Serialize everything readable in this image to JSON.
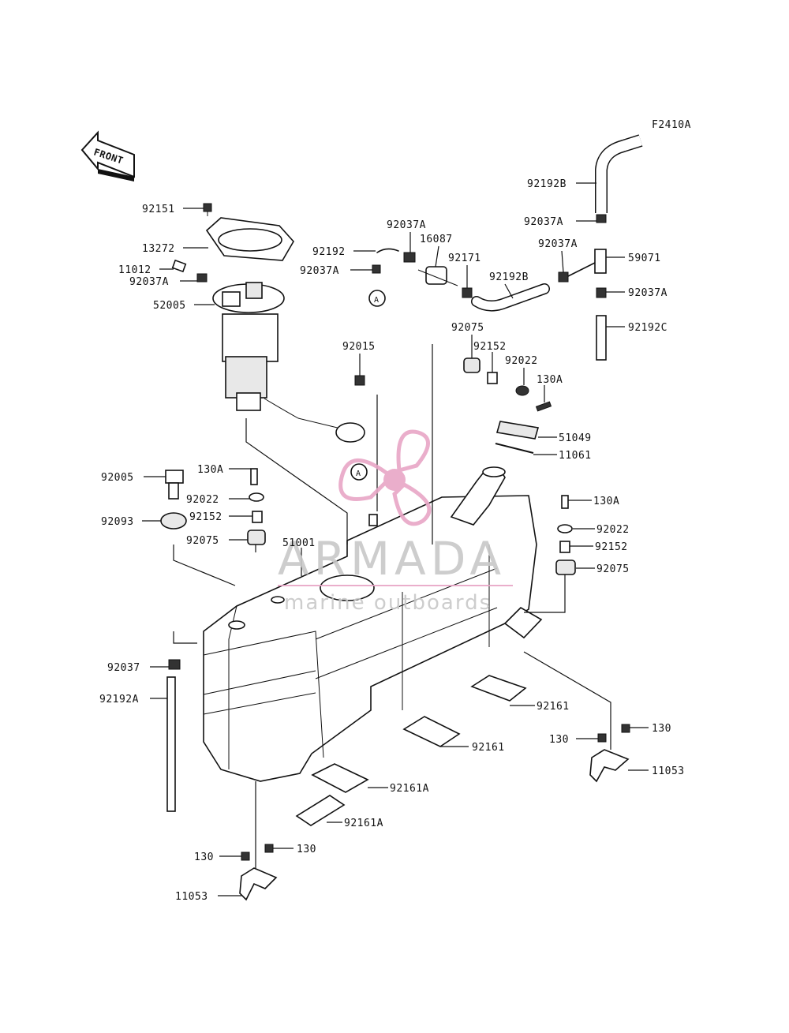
{
  "figure_code": "F2410A",
  "front_label": "FRONT",
  "callout_a": "A",
  "watermark": {
    "brand": "ARMADA",
    "tagline": "marine outboards",
    "accent": "#e8a6c6"
  },
  "colors": {
    "ink": "#111111",
    "paper": "#ffffff"
  },
  "labels": {
    "p92151": "92151",
    "p13272": "13272",
    "p11012": "11012",
    "p92037A_pump": "92037A",
    "p52005": "52005",
    "p92192": "92192",
    "p92037A_1": "92037A",
    "p92037A_2": "92037A",
    "p16087": "16087",
    "p92171": "92171",
    "p92192B_mid": "92192B",
    "p92037A_3": "92037A",
    "p92192B_top": "92192B",
    "p92037A_4": "92037A",
    "p59071": "59071",
    "p92037A_5": "92037A",
    "p92192C": "92192C",
    "p92015": "92015",
    "p92075_top": "92075",
    "p92152_top": "92152",
    "p92022_top": "92022",
    "p130A_top": "130A",
    "p51049": "51049",
    "p11061": "11061",
    "p92005": "92005",
    "p130A_left": "130A",
    "p92022_left": "92022",
    "p92093": "92093",
    "p92152_left": "92152",
    "p92075_left": "92075",
    "p51001": "51001",
    "p130A_right": "130A",
    "p92022_right": "92022",
    "p92152_right": "92152",
    "p92075_right": "92075",
    "p92037": "92037",
    "p92192A": "92192A",
    "p92161_a": "92161",
    "p92161_b": "92161",
    "p92161A_a": "92161A",
    "p92161A_b": "92161A",
    "p130_r1": "130",
    "p130_r2": "130",
    "p11053_r": "11053",
    "p130_l1": "130",
    "p130_l2": "130",
    "p11053_l": "11053"
  }
}
